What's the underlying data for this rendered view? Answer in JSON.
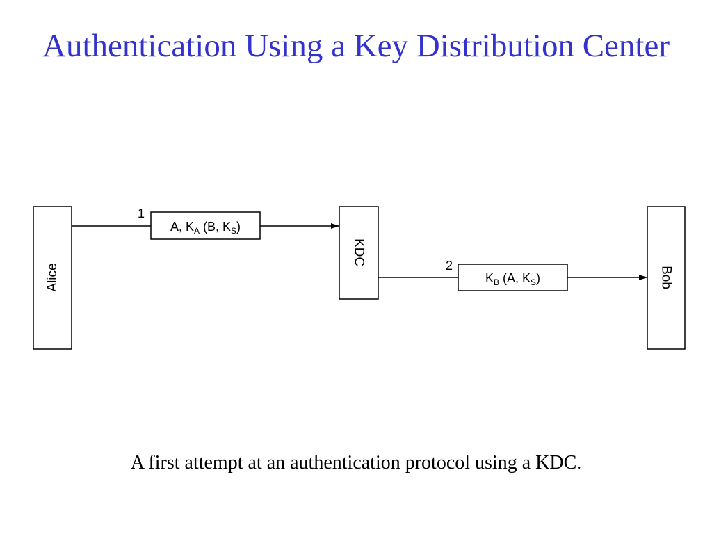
{
  "title": "Authentication Using a Key Distribution Center",
  "caption": "A first attempt at an authentication protocol using a KDC.",
  "colors": {
    "title": "#3333cc",
    "lines": "#000000"
  },
  "diagram": {
    "parties": {
      "alice": "Alice",
      "kdc": "KDC",
      "bob": "Bob"
    },
    "messages": [
      {
        "number": "1",
        "parts": {
          "a_prefix": "A, K",
          "a_sub": "A",
          "a_mid": " (B, K",
          "a_sub2": "S",
          "a_suffix": ")"
        }
      },
      {
        "number": "2",
        "parts": {
          "b_prefix": "K",
          "b_sub": "B",
          "b_mid": " (A, K",
          "b_sub2": "S",
          "b_suffix": ")"
        }
      }
    ]
  }
}
